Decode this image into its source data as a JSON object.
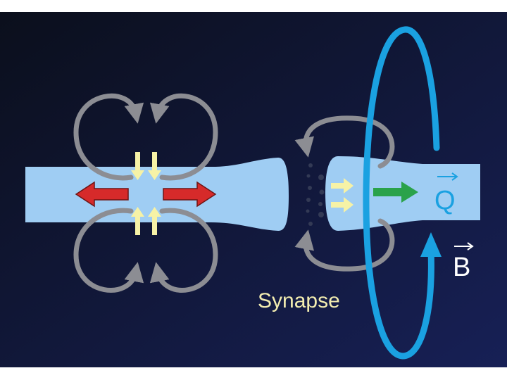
{
  "labels": {
    "synapse": "Synapse",
    "q_vector": "Q",
    "b_vector": "B"
  },
  "colors": {
    "background_top": "#0b0f1c",
    "background_bottom": "#172056",
    "axon": "#9fcdf3",
    "current_loops": "#8c8d93",
    "ion_inflow": "#f6f2a6",
    "ion_outflow": "#d62a2a",
    "current_dipole": "#2aa24a",
    "magnetic_field": "#1aa1e1",
    "vesicles": "#333a55",
    "synapse_text": "#f3edb0",
    "vector_text": "#1aa1e1"
  }
}
